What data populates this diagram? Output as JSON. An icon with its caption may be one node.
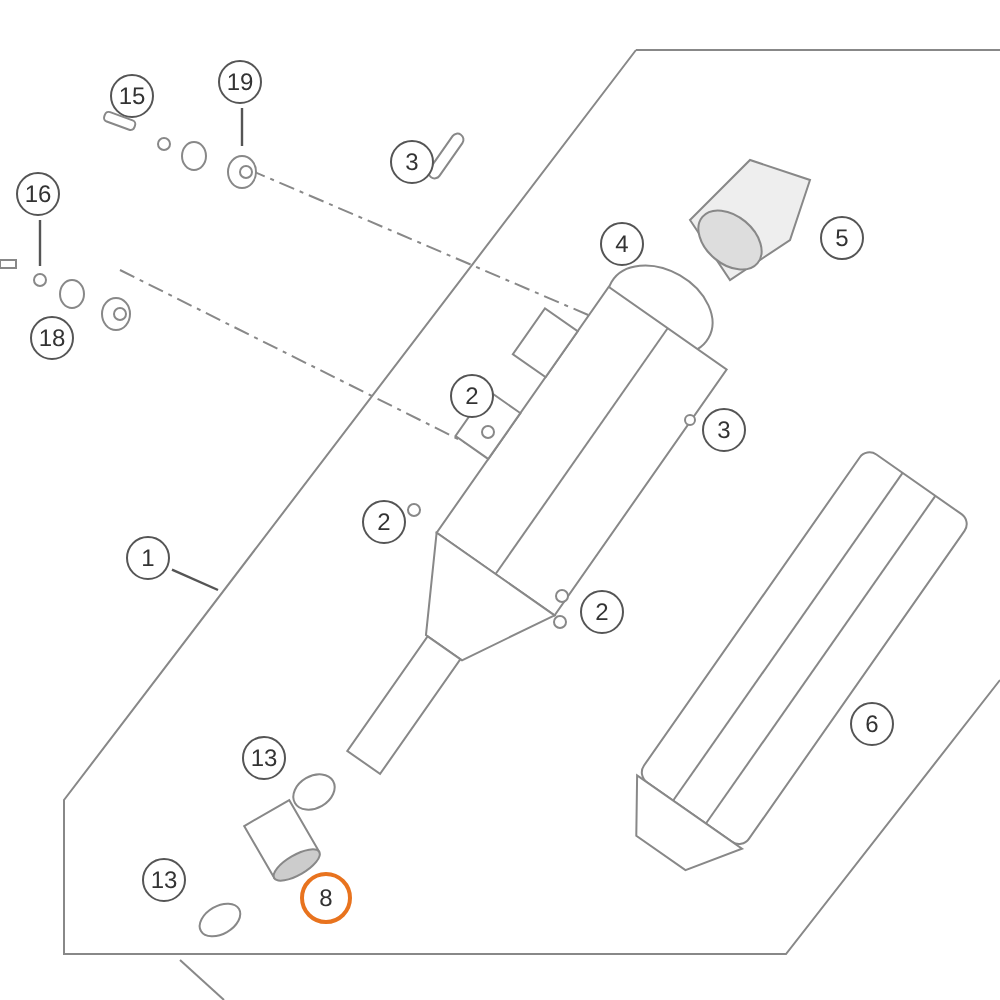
{
  "diagram": {
    "nodes": [
      {
        "text": [
          "19"
        ]
      },
      {
        "text": [
          "15"
        ]
      },
      {
        "text": [
          "3"
        ]
      },
      {
        "text": [
          "16"
        ]
      },
      {
        "text": [
          "5"
        ]
      },
      {
        "text": [
          "4"
        ]
      },
      {
        "text": [
          "18"
        ]
      },
      {
        "text": [
          "2"
        ]
      },
      {
        "text": [
          "3"
        ]
      },
      {
        "text": [
          "2"
        ]
      },
      {
        "text": [
          "1"
        ]
      },
      {
        "text": [
          "2"
        ]
      },
      {
        "text": [
          "6"
        ]
      },
      {
        "text": [
          "13"
        ]
      },
      {
        "text": [
          "13"
        ]
      },
      {
        "text": [
          "8"
        ]
      }
    ],
    "edges": [
      {
        "from": 0,
        "to": null,
        "arrow": "none"
      },
      {
        "from": 3,
        "to": null,
        "arrow": "none"
      },
      {
        "from": 10,
        "to": null,
        "arrow": "none"
      }
    ]
  }
}
